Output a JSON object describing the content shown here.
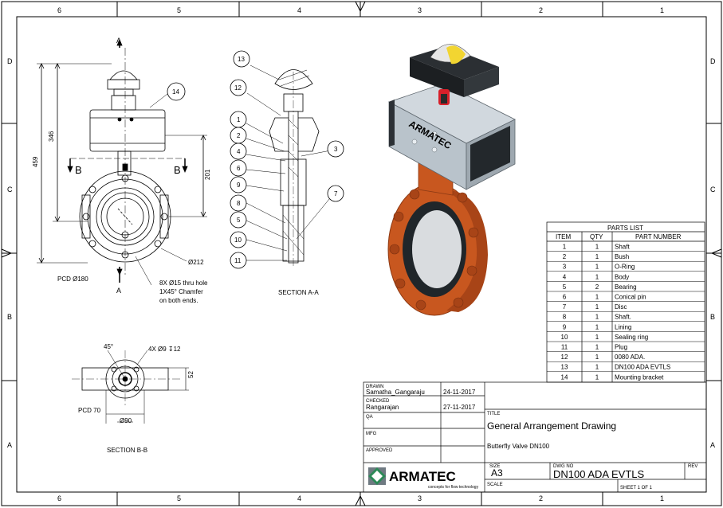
{
  "border": {
    "columns": [
      "6",
      "5",
      "4",
      "3",
      "2",
      "1"
    ],
    "rows": [
      "D",
      "C",
      "B",
      "A"
    ]
  },
  "front_view": {
    "section_marker_top": "A",
    "section_marker_bottom": "A",
    "section_b_left": "B",
    "section_b_right": "B",
    "dim_459": "459",
    "dim_346": "346",
    "dim_201": "201",
    "dia_212": "Ø212",
    "pcd_180": "PCD Ø180",
    "hole_note_1": "8X Ø15 thru hole",
    "hole_note_2": "1X45° Chamfer",
    "hole_note_3": "on both ends.",
    "balloon_14": "14"
  },
  "section_aa": {
    "title": "SECTION A-A",
    "balloons": [
      "13",
      "12",
      "1",
      "2",
      "4",
      "6",
      "9",
      "8",
      "5",
      "10",
      "11",
      "3",
      "7"
    ]
  },
  "section_bb": {
    "title": "SECTION B-B",
    "angle": "45°",
    "holes": "4X Ø9 ↧12",
    "dim_52": "52",
    "pcd_70": "PCD 70",
    "dia_90": "Ø90"
  },
  "parts_list": {
    "title": "PARTS LIST",
    "headers": [
      "ITEM",
      "QTY",
      "PART NUMBER"
    ],
    "rows": [
      [
        "1",
        "1",
        "Shaft"
      ],
      [
        "2",
        "1",
        "Bush"
      ],
      [
        "3",
        "1",
        "O-Ring"
      ],
      [
        "4",
        "1",
        "Body"
      ],
      [
        "5",
        "2",
        "Bearing"
      ],
      [
        "6",
        "1",
        "Conical pin"
      ],
      [
        "7",
        "1",
        "Disc"
      ],
      [
        "8",
        "1",
        "Shaft."
      ],
      [
        "9",
        "1",
        "Lining"
      ],
      [
        "10",
        "1",
        "Sealing ring"
      ],
      [
        "11",
        "1",
        "Plug"
      ],
      [
        "12",
        "1",
        "0080 ADA."
      ],
      [
        "13",
        "1",
        "DN100  ADA EVTLS"
      ],
      [
        "14",
        "1",
        "Mounting bracket"
      ]
    ]
  },
  "title_block": {
    "drawn_label": "DRAWN",
    "drawn_name": "Samatha_Gangaraju",
    "drawn_date": "24-11-2017",
    "checked_label": "CHECKED",
    "checked_name": "Rangarajan",
    "checked_date": "27-11-2017",
    "qa_label": "QA",
    "mfg_label": "MFG",
    "approved_label": "APPROVED",
    "title_label": "TITLE",
    "title_main": "General Arrangement Drawing",
    "title_sub": "Butterfly Valve DN100",
    "size_label": "SIZE",
    "size_value": "A3",
    "dwg_no_label": "DWG NO",
    "dwg_no_value": "DN100 ADA EVTLS",
    "rev_label": "REV",
    "scale_label": "SCALE",
    "sheet": "SHEET 1  OF 1",
    "logo_text": "ARMATEC",
    "logo_tagline": "concepts for flow technology"
  },
  "render_label": "ARMATEC",
  "colors": {
    "valve_body": "#c8571f",
    "actuator": "#b9c3cb",
    "logo_grey": "#6f7a82",
    "logo_green": "#2c8a57",
    "indicator_yellow": "#f2d531"
  }
}
